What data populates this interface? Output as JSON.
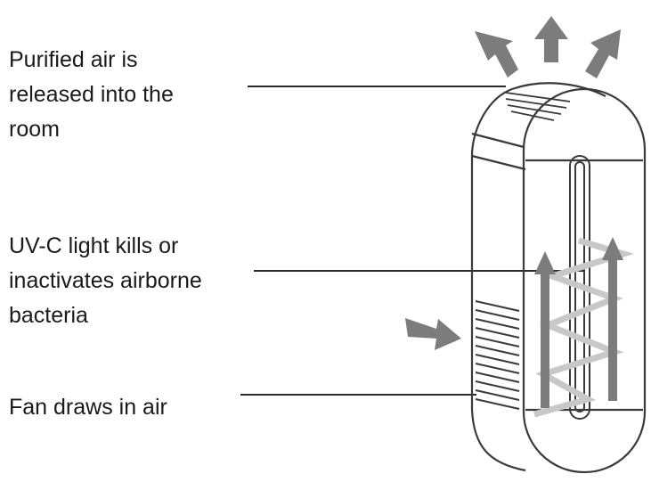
{
  "labels": {
    "release": [
      "Purified air is",
      "released into the",
      "room"
    ],
    "uvc": [
      "UV-C light kills or",
      "inactivates airborne",
      "bacteria"
    ],
    "fan": [
      "Fan draws in air"
    ]
  },
  "colors": {
    "text": "#1a1a1a",
    "outline": "#3a3a3a",
    "arrow": "#7c7c7c",
    "light_arrow": "#c8c8c8"
  }
}
